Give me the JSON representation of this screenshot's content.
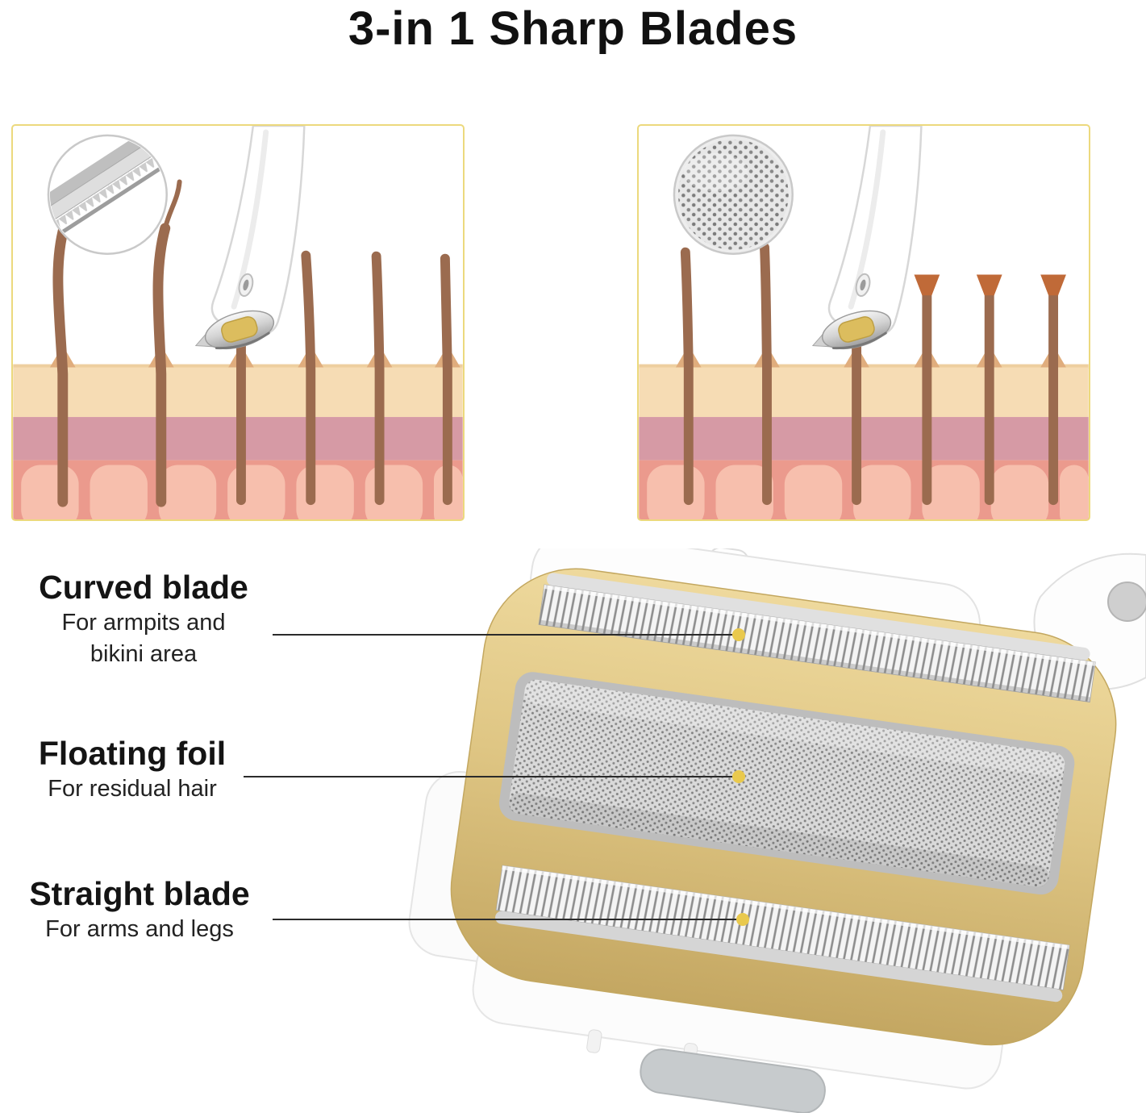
{
  "title": "3-in 1 Sharp Blades",
  "panels": {
    "left": {
      "name": "curved-blade-trimming-long-hair-on-skin"
    },
    "right": {
      "name": "floating-foil-shaving-residual-hair-on-skin"
    }
  },
  "annotations": [
    {
      "title": "Curved blade",
      "desc1": "For armpits and",
      "desc2": "bikini area"
    },
    {
      "title": "Floating foil",
      "desc1": "For residual hair",
      "desc2": ""
    },
    {
      "title": "Straight blade",
      "desc1": "For arms and legs",
      "desc2": ""
    }
  ],
  "colors": {
    "panel_border": "#ecd97d",
    "callout_dot": "#e9c94d",
    "gold_body": "#dfc684",
    "hair": "#9b6b4f",
    "skin_top": "#f6dcb4",
    "skin_mid": "#d69aa5",
    "skin_deep": "#eb9a8d"
  }
}
